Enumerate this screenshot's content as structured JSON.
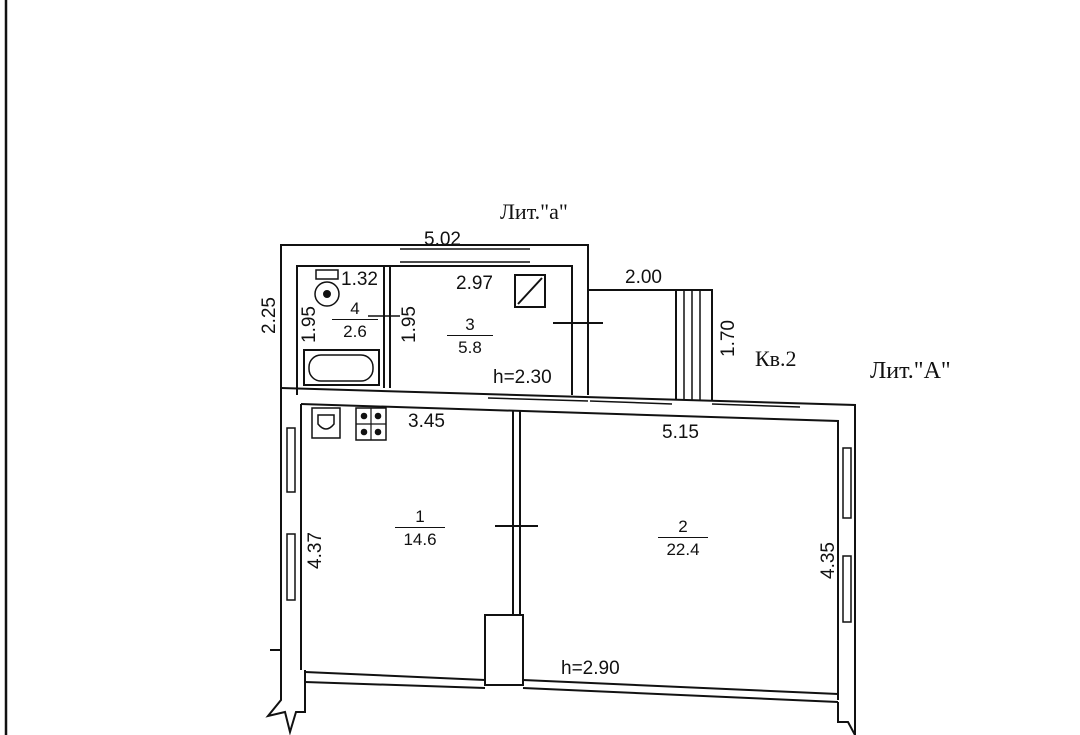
{
  "plan": {
    "blocks": [
      {
        "id": "a",
        "label": "Лит.\"а\""
      },
      {
        "id": "A",
        "label": "Лит.\"А\""
      }
    ],
    "apartment": "Кв.2",
    "rooms": [
      {
        "number": "1",
        "area": "14.6"
      },
      {
        "number": "2",
        "area": "22.4"
      },
      {
        "number": "3",
        "area": "5.8"
      },
      {
        "number": "4",
        "area": "2.6"
      }
    ],
    "heights": {
      "annex": "h=2.30",
      "main": "h=2.90"
    },
    "dimensions": {
      "annex_top": "5.02",
      "annex_side": "2.25",
      "bath_width": "1.32",
      "bath_depth": "1.95",
      "room3_depth": "1.95",
      "room3_width": "2.97",
      "porch_width": "2.00",
      "porch_depth": "1.70",
      "room1_width": "3.45",
      "room1_depth": "4.37",
      "room2_width": "5.15",
      "room2_depth": "4.35"
    },
    "colors": {
      "ink": "#111111",
      "paper": "#ffffff"
    }
  }
}
